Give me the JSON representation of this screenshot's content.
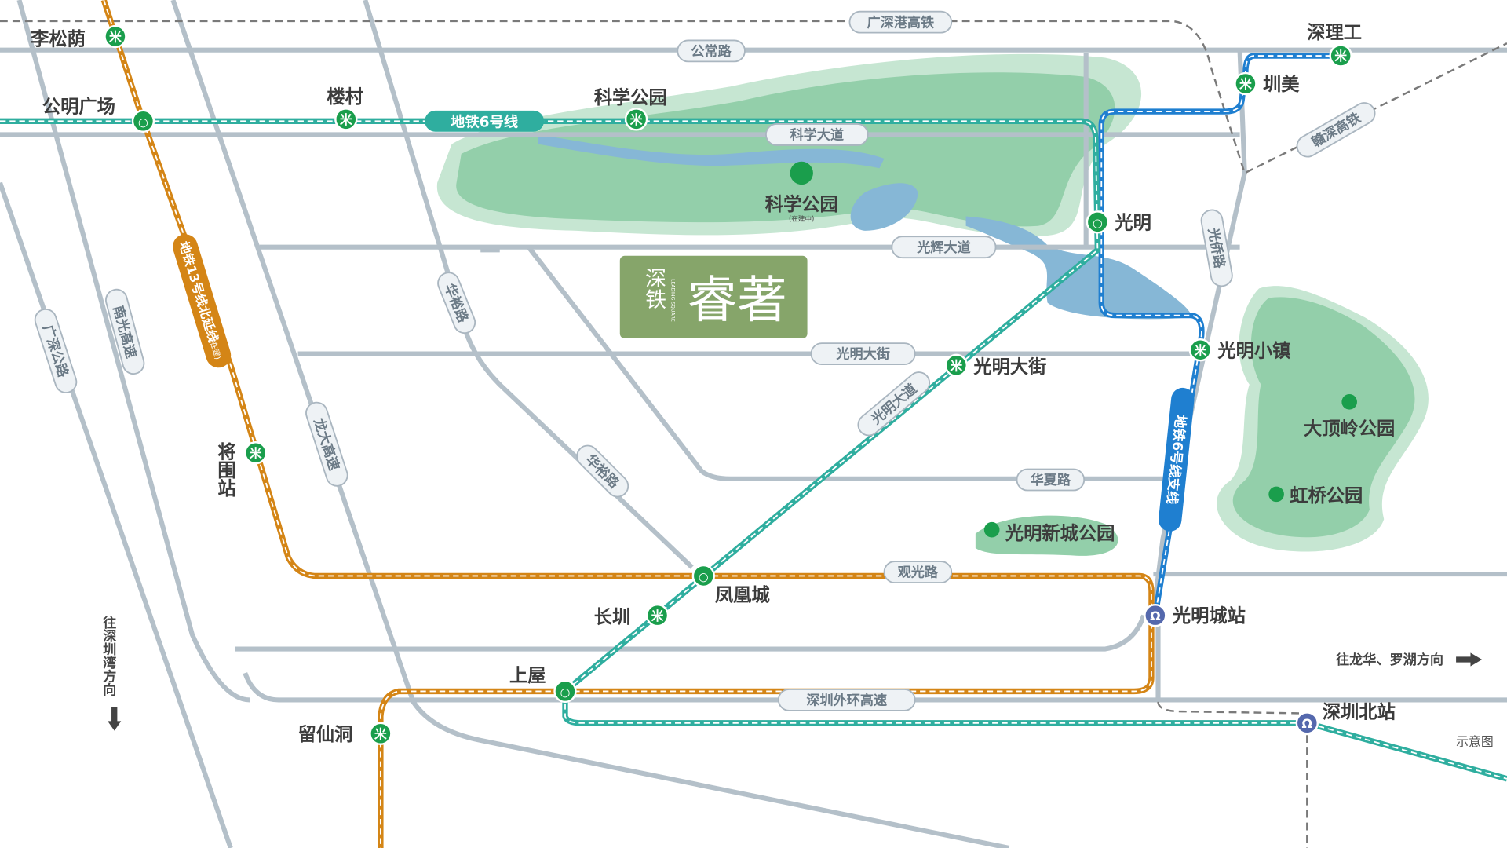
{
  "colors": {
    "line6": "#2fae9f",
    "line13": "#d48516",
    "line6branch": "#1f7fd0",
    "station": "#1a9e4c",
    "rail": "#5468ad",
    "road": "#b4c0c9",
    "park": "#93cfaa",
    "water": "#86b7d6",
    "logo": "#86a56a"
  },
  "logo": {
    "brand": "深铁",
    "sub": "LEADING SQUARE",
    "name": "睿著"
  },
  "roads": {
    "gsg": "广深港高铁",
    "gongchang": "公常路",
    "kexue": "科学大道",
    "guanghui": "光辉大道",
    "guangmingst": "光明大街",
    "huaxia": "华夏路",
    "guanguang": "观光路",
    "waihuan": "深圳外环高速",
    "guangshen": "广深公路",
    "nanguang": "南光高速",
    "longda": "龙大高速",
    "huayu1": "华裕路",
    "huayu2": "华裕路",
    "guangmingave": "光明大道",
    "guangqiao": "光侨路",
    "ganshen": "赣深高铁"
  },
  "lines": {
    "l6": "地铁6号线",
    "l13": "地铁13号线北延线",
    "l13note": "(在建)",
    "l6b": "地铁6号线支线"
  },
  "stations": {
    "lisongying": "李松荫",
    "gongming": "公明广场",
    "loucun": "楼村",
    "kexuepark": "科学公园",
    "shenligong": "深理工",
    "zhenmei": "圳美",
    "guangming": "光明",
    "gmtown": "光明小镇",
    "gmst": "光明大街",
    "jiangwei": "将围站",
    "fenghuang": "凤凰城",
    "changzhen": "长圳",
    "shangwu": "上屋",
    "liuxiandong": "留仙洞",
    "gmcity": "光明城站",
    "szbei": "深圳北站"
  },
  "parks": {
    "kexue": "科学公园",
    "kexuenote": "(在建中)",
    "dadingling": "大顶岭公园",
    "hongqiao": "虹桥公园",
    "xincheng": "光明新城公园"
  },
  "directions": {
    "left": "往深圳湾方向",
    "right": "往龙华、罗湖方向"
  },
  "note": "示意图"
}
